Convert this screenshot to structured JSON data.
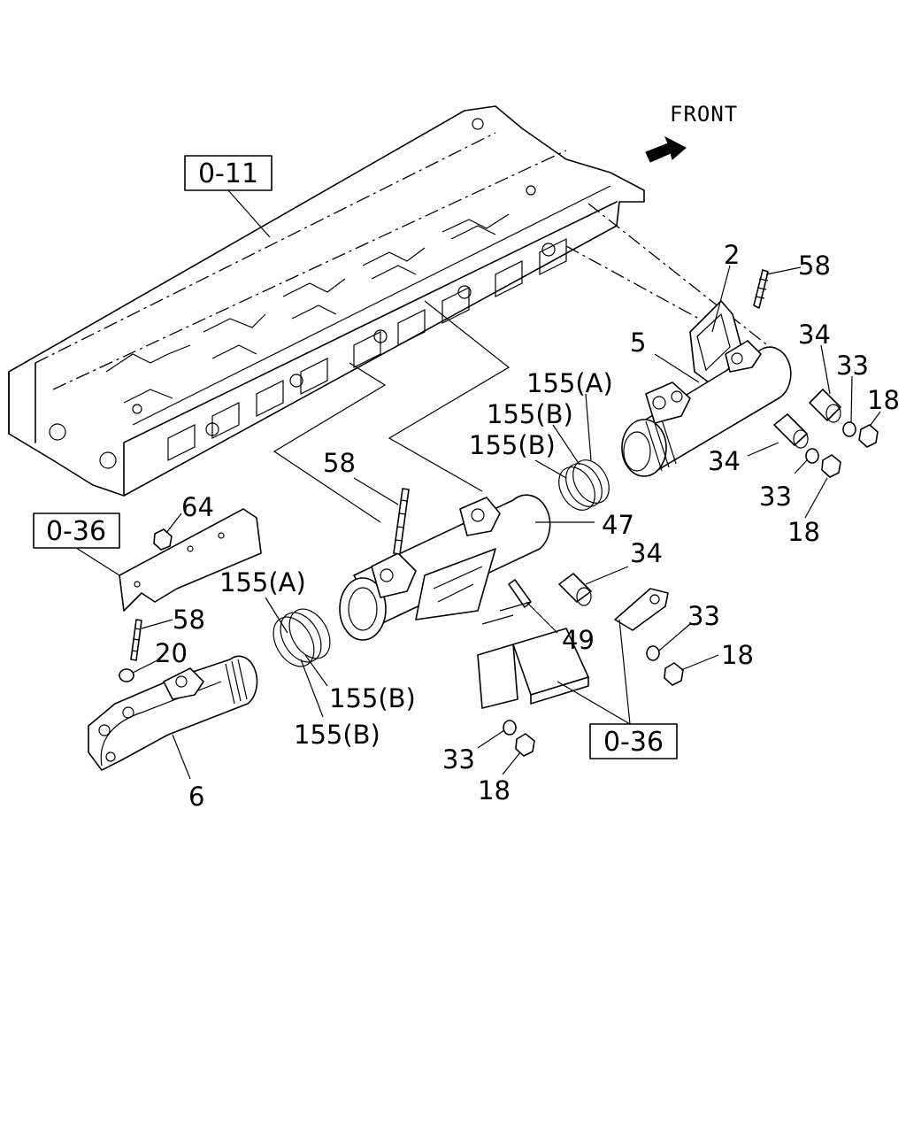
{
  "front_label": "FRONT",
  "ref_boxes": [
    "0-11",
    "0-36",
    "0-36"
  ],
  "callouts": {
    "c2": "2",
    "c58a": "58",
    "c5": "5",
    "c34a": "34",
    "c33a": "33",
    "c18a": "18",
    "c155a_a": "155(A)",
    "c155b_a": "155(B)",
    "c155b_b": "155(B)",
    "c34b": "34",
    "c33b": "33",
    "c18b": "18",
    "c58b": "58",
    "c47": "47",
    "c34c": "34",
    "c64": "64",
    "c155a_b": "155(A)",
    "c58c": "58",
    "c20": "20",
    "c49": "49",
    "c33c": "33",
    "c18c": "18",
    "c155b_c": "155(B)",
    "c155b_d": "155(B)",
    "c6": "6",
    "c33d": "33",
    "c18d": "18"
  }
}
